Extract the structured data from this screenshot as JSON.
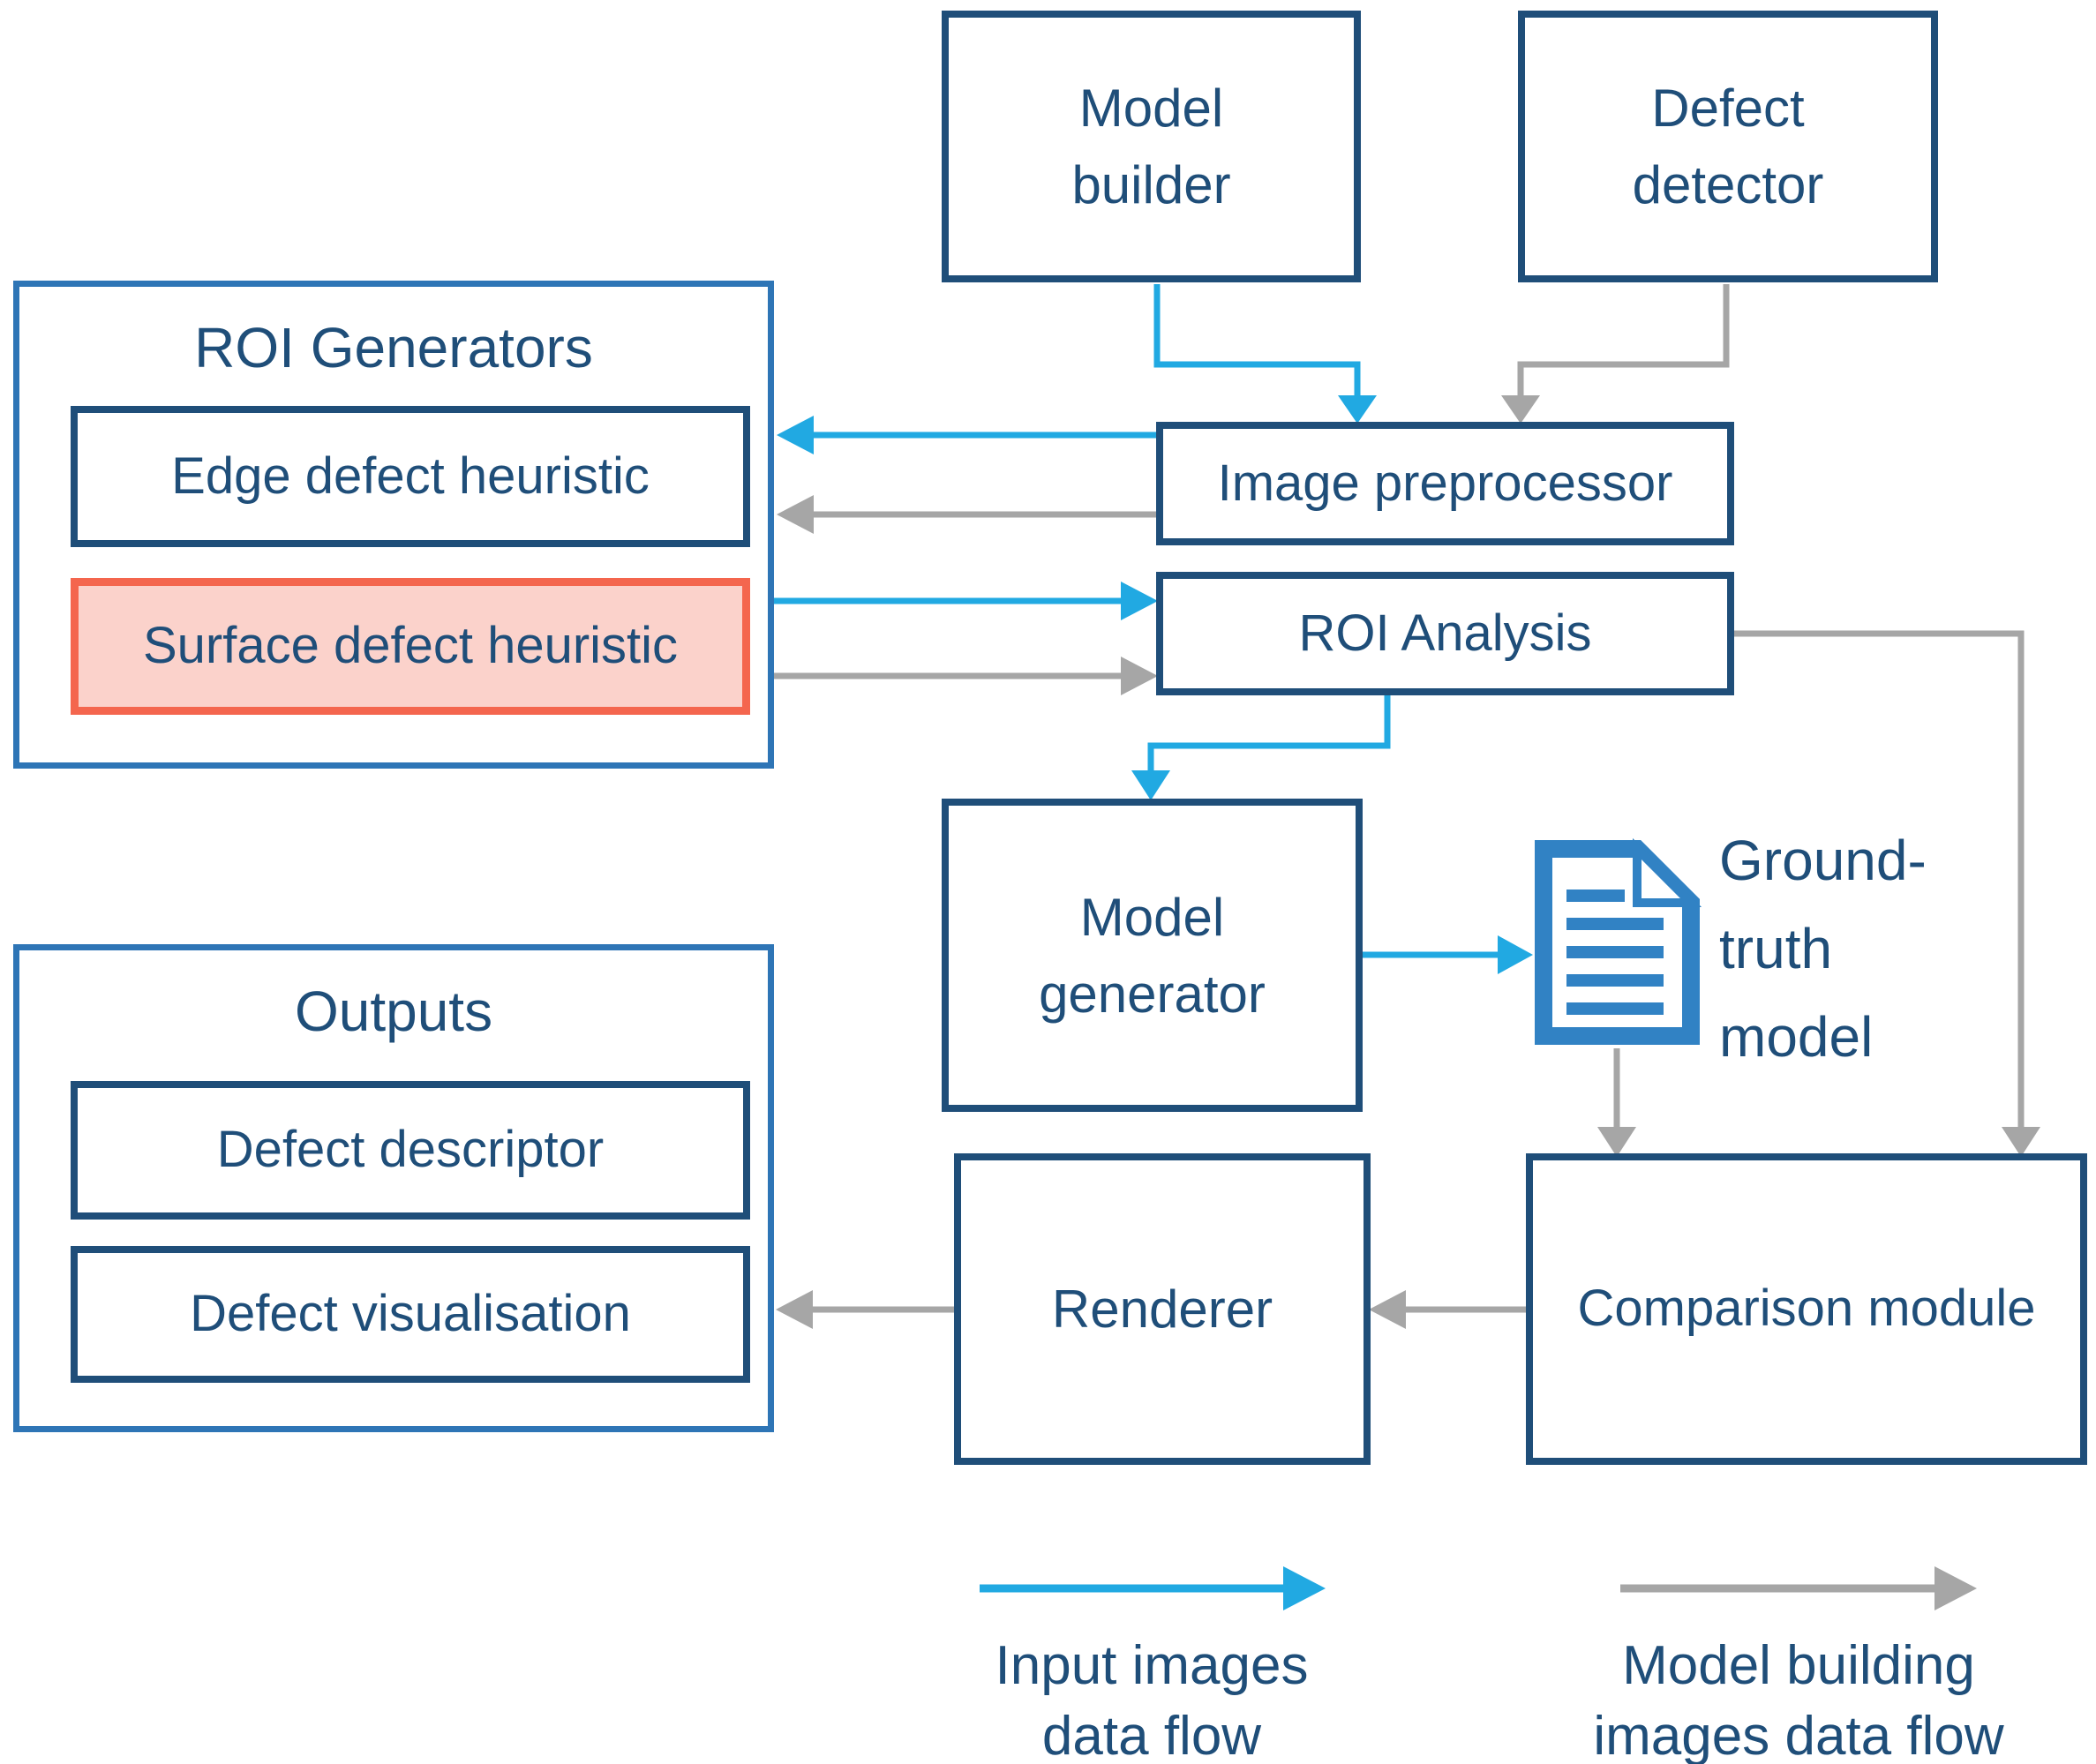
{
  "colors": {
    "navy": "#1F4E79",
    "text": "#1F4E79",
    "container-border": "#2E75B6",
    "arrow-blue": "#21A9E2",
    "arrow-gray": "#A6A6A6",
    "salmon-border": "#F4664E",
    "salmon-fill": "#FBD2CB",
    "doc-blue": "#3182C4"
  },
  "boxes": {
    "model_builder": {
      "lines": [
        "Model",
        "builder"
      ]
    },
    "defect_detector": {
      "lines": [
        "Defect",
        "detector"
      ]
    },
    "image_preprocessor": {
      "label": "Image preprocessor"
    },
    "roi_analysis": {
      "label": "ROI Analysis"
    },
    "model_generator": {
      "lines": [
        "Model",
        "generator"
      ]
    },
    "renderer": {
      "label": "Renderer"
    },
    "comparison_module": {
      "label": "Comparison module"
    }
  },
  "groups": {
    "roi_generators": {
      "title": "ROI Generators",
      "items": {
        "edge": {
          "label": "Edge defect heuristic"
        },
        "surface": {
          "label": "Surface defect heuristic",
          "highlighted": true
        }
      }
    },
    "outputs": {
      "title": "Outputs",
      "items": {
        "descriptor": {
          "label": "Defect descriptor"
        },
        "visualisation": {
          "label": "Defect visualisation"
        }
      }
    }
  },
  "ground_truth": {
    "icon": "document-icon",
    "lines": [
      "Ground-",
      "truth",
      "model"
    ]
  },
  "legend": {
    "input": {
      "arrow_color": "#21A9E2",
      "lines": [
        "Input images",
        "data flow"
      ]
    },
    "model_building": {
      "arrow_color": "#A6A6A6",
      "lines": [
        "Model building",
        "images data flow"
      ]
    }
  }
}
